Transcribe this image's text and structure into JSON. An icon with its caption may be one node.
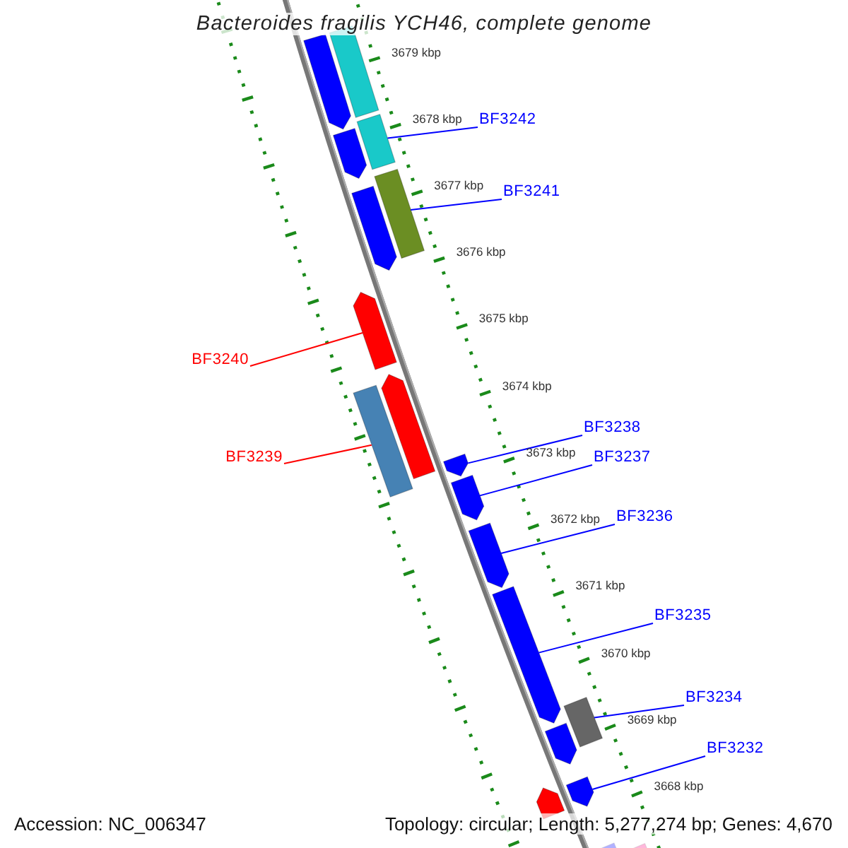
{
  "diagram": {
    "title": "Bacteroides fragilis YCH46, complete genome",
    "nodes": [
      {
        "text": [
          "BF3242"
        ]
      },
      {
        "text": [],
        "shape": "bar"
      },
      {
        "text": [
          "BF3241"
        ]
      },
      {
        "text": [],
        "shape": "bar"
      },
      {
        "text": [
          "BF3240"
        ]
      },
      {
        "text": [],
        "shape": "arrow"
      },
      {
        "text": [
          "BF3239"
        ]
      },
      {
        "text": [],
        "shape": "bar"
      },
      {
        "text": [
          "BF3238"
        ]
      },
      {
        "text": [],
        "shape": "arrow"
      },
      {
        "text": [
          "BF3237"
        ]
      },
      {
        "text": [],
        "shape": "arrow"
      },
      {
        "text": [
          "BF3236"
        ]
      },
      {
        "text": [],
        "shape": "arrow"
      },
      {
        "text": [
          "BF3235"
        ]
      },
      {
        "text": [],
        "shape": "arrow"
      },
      {
        "text": [
          "BF3234"
        ]
      },
      {
        "text": [],
        "shape": "bar"
      },
      {
        "text": [
          "BF3232"
        ]
      },
      {
        "text": [],
        "shape": "arrow"
      },
      {
        "text": [],
        "shape": "arrow"
      },
      {
        "text": [],
        "shape": "bar"
      },
      {
        "text": [],
        "shape": "arrow"
      },
      {
        "text": [],
        "shape": "arrow"
      },
      {
        "text": [],
        "shape": "arrow"
      },
      {
        "text": [],
        "shape": "arrow"
      },
      {
        "text": [],
        "shape": "arrow"
      },
      {
        "text": [],
        "shape": "bar"
      },
      {
        "text": [],
        "shape": "bar"
      }
    ],
    "edges": [
      {
        "from": 0,
        "to": 1,
        "arrow": "none"
      },
      {
        "from": 2,
        "to": 3,
        "arrow": "none"
      },
      {
        "from": 4,
        "to": 5,
        "arrow": "none",
        "color": "#ff0000"
      },
      {
        "from": 6,
        "to": 7,
        "arrow": "none",
        "color": "#ff0000"
      },
      {
        "from": 8,
        "to": 9,
        "arrow": "none"
      },
      {
        "from": 10,
        "to": 11,
        "arrow": "none"
      },
      {
        "from": 12,
        "to": 13,
        "arrow": "none"
      },
      {
        "from": 14,
        "to": 15,
        "arrow": "none"
      },
      {
        "from": 16,
        "to": 17,
        "arrow": "none"
      },
      {
        "from": 18,
        "to": 19,
        "arrow": "none"
      }
    ],
    "labels": [
      "3679 kbp",
      "3678 kbp",
      "3677 kbp",
      "3676 kbp",
      "3675 kbp",
      "3674 kbp",
      "3673 kbp",
      "3672 kbp",
      "3671 kbp",
      "3670 kbp",
      "3669 kbp",
      "3668 kbp",
      "Accession: NC_006347",
      "Topology: circular; Length: 5,277,274 bp; Genes: 4,670"
    ]
  }
}
